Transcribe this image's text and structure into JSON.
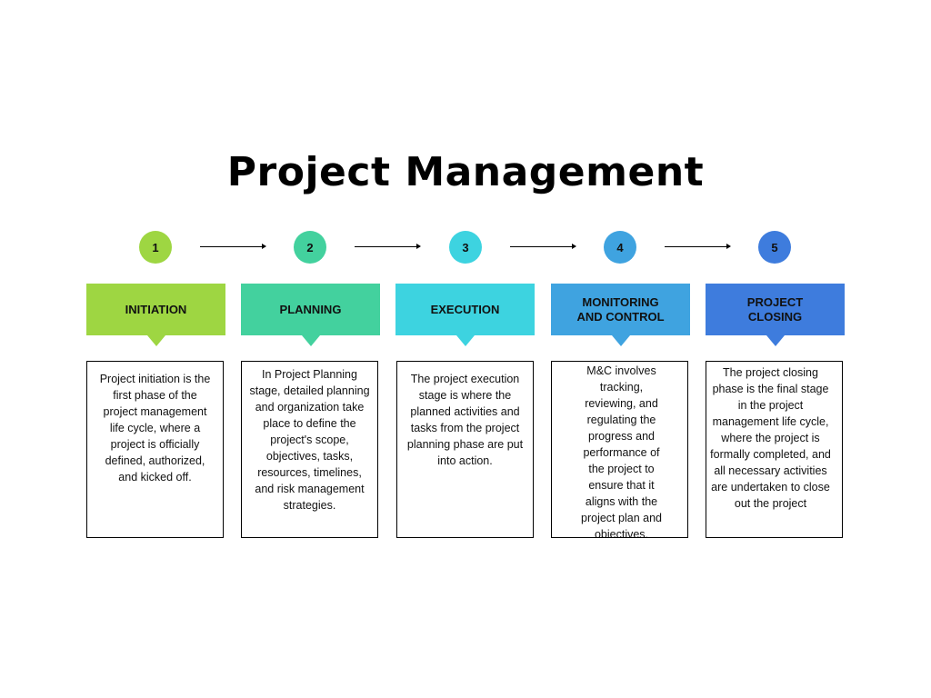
{
  "title": "Project Management",
  "steps": [
    {
      "number": "1",
      "label": "INITIATION",
      "color": "#9ED642",
      "description": "Project initiation is the first phase of the project management life cycle, where a project is officially defined, authorized, and kicked off."
    },
    {
      "number": "2",
      "label": "PLANNING",
      "color": "#43D19E",
      "description": "In Project Planning stage, detailed planning and organization take place to define the project's scope, objectives, tasks, resources, timelines, and risk management strategies."
    },
    {
      "number": "3",
      "label": "EXECUTION",
      "color": "#3DD3E0",
      "description": "The project execution stage is where the planned activities and tasks from the project planning phase are put into action."
    },
    {
      "number": "4",
      "label": "MONITORING AND CONTROL",
      "color": "#3FA3E0",
      "description": "M&C involves tracking, reviewing, and regulating the progress and performance of the project to ensure that it aligns with the project plan and objectives."
    },
    {
      "number": "5",
      "label": "PROJECT CLOSING",
      "color": "#3E7CDD",
      "description": "The project closing phase is the final stage in the project management life cycle, where the project is formally completed, and all necessary activities are undertaken to close out the project"
    }
  ]
}
